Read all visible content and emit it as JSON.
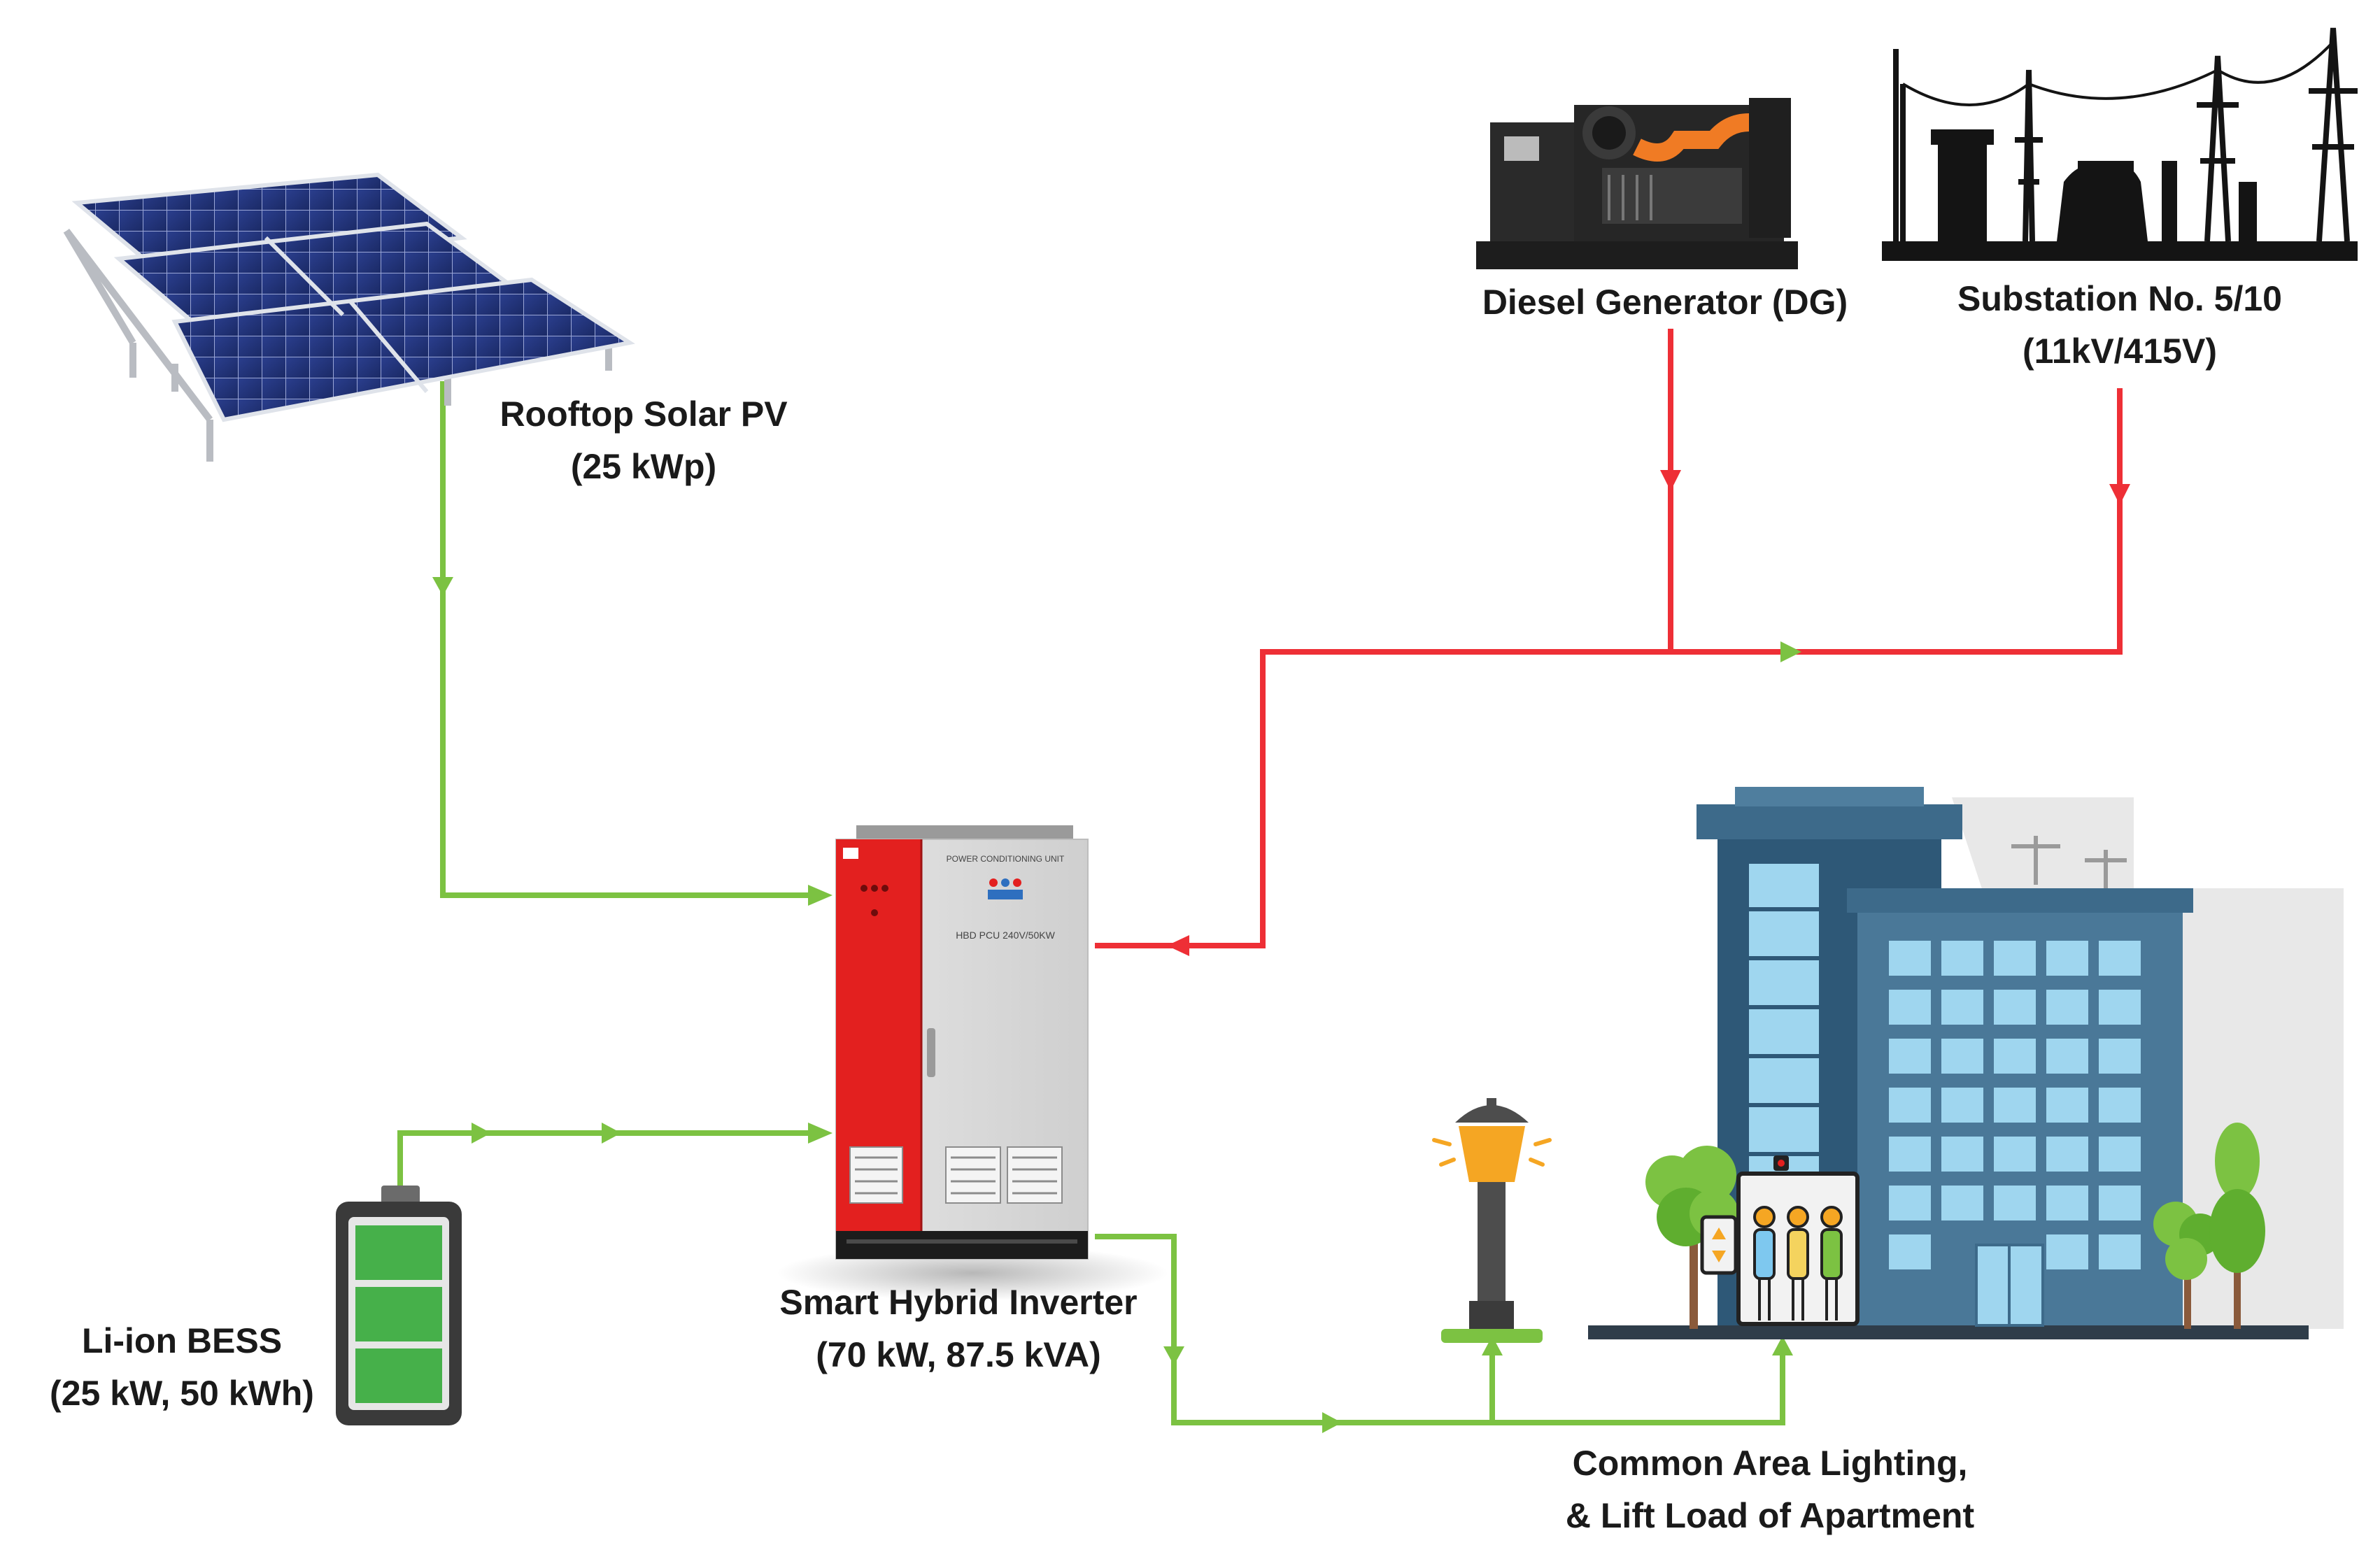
{
  "components": {
    "solar_pv": {
      "line1": "Rooftop Solar PV",
      "line2": "(25 kWp)"
    },
    "diesel_generator": {
      "line1": "Diesel Generator (DG)"
    },
    "substation": {
      "line1": "Substation No. 5/10",
      "line2": "(11kV/415V)"
    },
    "inverter": {
      "line1": "Smart Hybrid Inverter",
      "line2": "(70 kW, 87.5 kVA)",
      "panel_title": "POWER CONDITIONING UNIT",
      "panel_model": "HBD PCU 240V/50KW"
    },
    "bess": {
      "line1": "Li-ion BESS",
      "line2": "(25 kW, 50 kWh)"
    },
    "load": {
      "line1": "Common Area Lighting,",
      "line2": "& Lift Load of Apartment"
    }
  },
  "colors": {
    "renewable_flow": "#7cc242",
    "grid_flow": "#ee2f36",
    "inverter_red": "#e3201f",
    "building_dark": "#2e5877",
    "building_mid": "#4a7898",
    "window": "#9fd6ef",
    "battery_cell": "#46b04a"
  },
  "icons": [
    "solar-panel-icon",
    "diesel-generator-icon",
    "substation-icon",
    "inverter-icon",
    "battery-icon",
    "street-lamp-icon",
    "apartment-building-icon",
    "tree-icon",
    "lift-icon"
  ]
}
